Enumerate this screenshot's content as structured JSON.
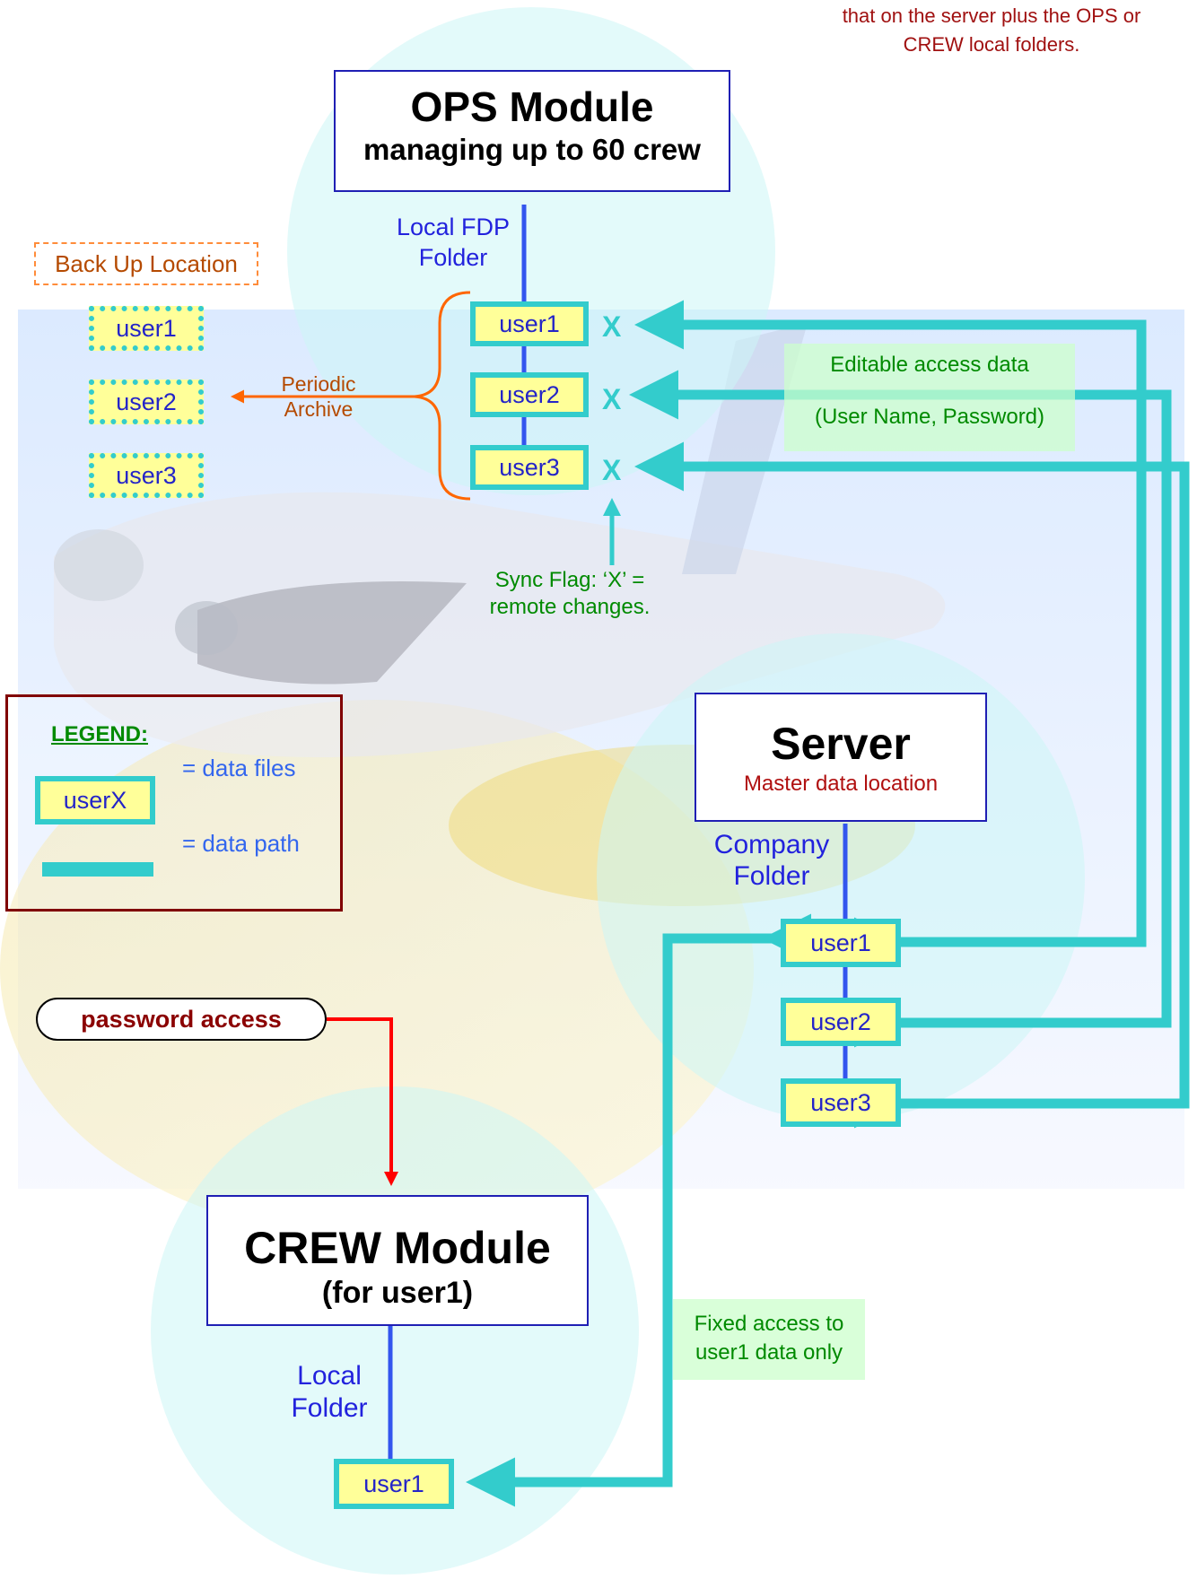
{
  "top_note": {
    "line1": "that on the server plus the OPS or",
    "line2": "CREW local folders."
  },
  "ops": {
    "title": "OPS Module",
    "subtitle": "managing up to 60 crew",
    "folder_line1": "Local FDP",
    "folder_line2": "Folder",
    "files": [
      "user1",
      "user2",
      "user3"
    ],
    "sync_flag": "X"
  },
  "backup": {
    "label": "Back Up Location",
    "files": [
      "user1",
      "user2",
      "user3"
    ],
    "archive_line1": "Periodic",
    "archive_line2": "Archive"
  },
  "editable": {
    "line1": "Editable access data",
    "line2": "(User Name, Password)"
  },
  "sync_note": {
    "line1": "Sync Flag:  ‘X’ =",
    "line2": "remote changes."
  },
  "legend": {
    "title": "LEGEND:",
    "file_sample": "userX",
    "files_text": "= data files",
    "path_text": "= data path"
  },
  "server": {
    "title": "Server",
    "subtitle": "Master data location",
    "folder_line1": "Company",
    "folder_line2": "Folder",
    "files": [
      "user1",
      "user2",
      "user3"
    ]
  },
  "password": {
    "label": "password access"
  },
  "crew": {
    "title": "CREW Module",
    "subtitle": "(for  user1)",
    "folder_line1": "Local",
    "folder_line2": "Folder",
    "file": "user1"
  },
  "fixed": {
    "line1": "Fixed access to",
    "line2": "user1 data only"
  },
  "colors": {
    "path": "#33cccc",
    "file_fill": "#ffff99",
    "box_border": "#1f1fb4",
    "archive": "#ff6600",
    "password_arrow": "#ff0000",
    "legend_border": "#800000"
  }
}
